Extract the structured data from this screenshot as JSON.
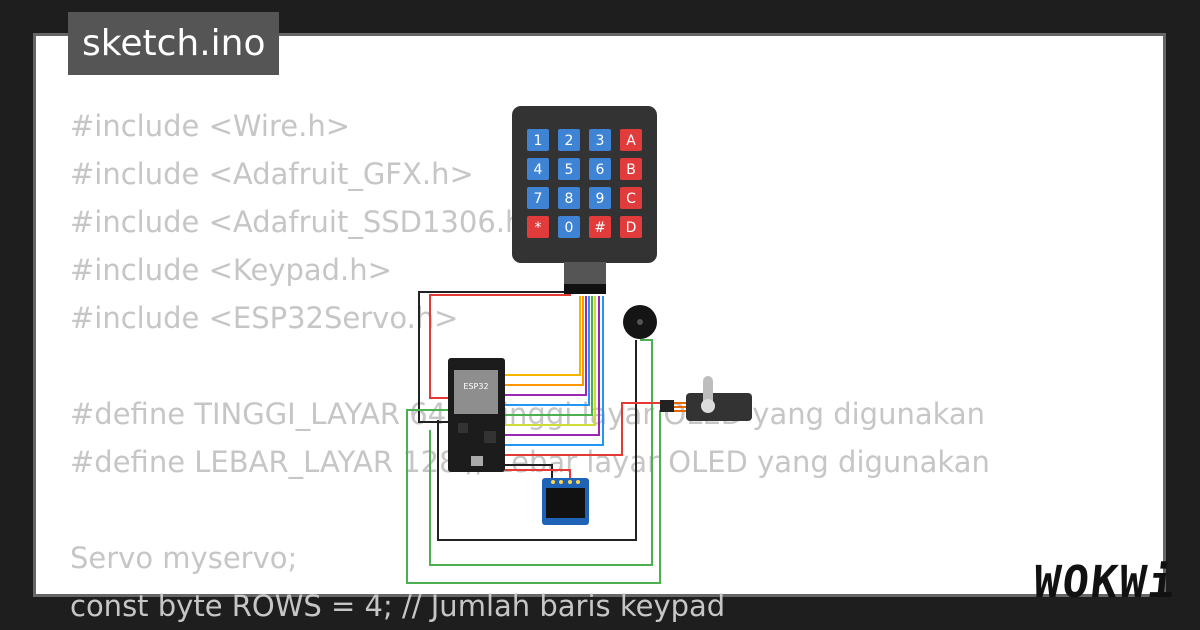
{
  "tab": {
    "title": "sketch.ino"
  },
  "code": {
    "lines": [
      "#include <Wire.h>",
      "#include <Adafruit_GFX.h>",
      "#include <Adafruit_SSD1306.h>",
      "#include <Keypad.h>",
      "#include <ESP32Servo.h>",
      "",
      "#define TINGGI_LAYAR 64 // Tinggi layar OLED yang digunakan",
      "#define LEBAR_LAYAR 128 // Lebar layar OLED yang digunakan",
      "",
      "Servo myservo;",
      "const byte ROWS = 4; // Jumlah baris keypad"
    ]
  },
  "keypad": {
    "keys": [
      "1",
      "2",
      "3",
      "A",
      "4",
      "5",
      "6",
      "B",
      "7",
      "8",
      "9",
      "C",
      "*",
      "0",
      "#",
      "D"
    ],
    "key_color": "#3f84d4",
    "accent_key_color": "#e23b3b"
  },
  "board": {
    "chip_label": "ESP32"
  },
  "brand": {
    "name": "WOKWi"
  }
}
